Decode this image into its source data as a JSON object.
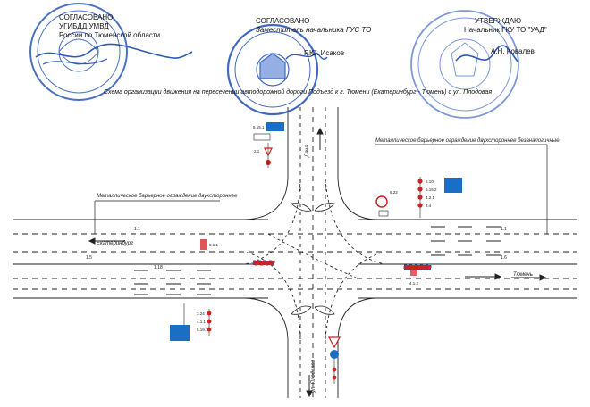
{
  "approvals": {
    "left": {
      "head": "СОГЛАСОВАНО",
      "org_line1": "УГИБДД УМВД",
      "org_line2": "России по Тюменской области"
    },
    "center": {
      "head": "СОГЛАСОВАНО",
      "position": "Заместитель начальника ГУС ТО",
      "name": "Р.Ю. Исаков"
    },
    "right": {
      "head": "УТВЕРЖДАЮ",
      "position": "Начальник ГКУ ТО \"УАД\"",
      "name": "А.Н. Ковалев"
    }
  },
  "scheme_title": "Схема организации движения на пересечении автодорожной дороги Подъезд к г. Тюмени (Екатеринбург - Тюмень) с ул. Плодовая",
  "labels": {
    "barrier_left": "Металлическое барьерное ограждение двухстороннее",
    "barrier_right": "Металлическое барьерное ограждение двухстороннее безаналогичные",
    "dir_west": "Екатеринбург",
    "dir_east": "Тюмень",
    "dir_north": "Дача",
    "dir_south": "ул. Плодовая",
    "lane_mark": "1.1",
    "mark_15": "1.5",
    "mark_16": "1.6",
    "mark_118": "1.18"
  },
  "sign_codes": {
    "s1": "5.15.1",
    "s2": "2.1",
    "s3": "8.22",
    "s4": "6.10",
    "s5": "5.15.2",
    "s6": "4.2.1",
    "s7": "2.4",
    "s8": "4.1.2",
    "s9": "8.1.1",
    "s10": "3.24",
    "s11": "4.1.1",
    "s12": "5.19.1"
  },
  "colors": {
    "stamp_ink": "#2b59b8",
    "road_line": "#222222",
    "hazard_red": "#d02020",
    "sign_blue": "#1a6fc4"
  }
}
